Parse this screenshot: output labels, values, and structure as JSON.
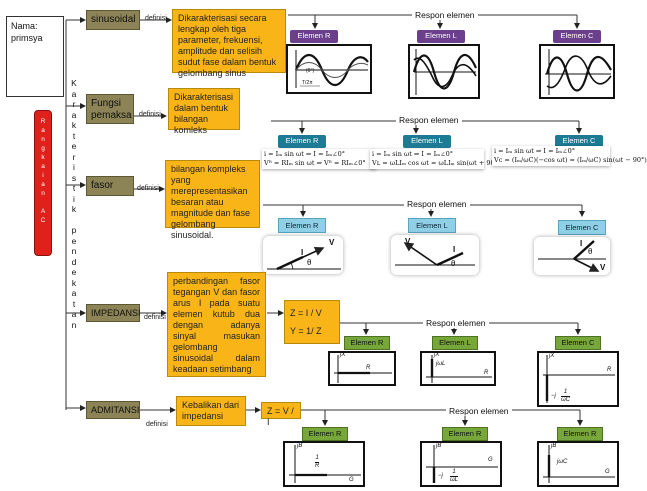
{
  "name_box": {
    "label": "Nama:",
    "value": "primsya"
  },
  "left_vertical": [
    "K",
    "a",
    "r",
    "a",
    "k",
    "t",
    "e",
    "r",
    "i",
    "s",
    "t",
    "i",
    "k",
    "",
    "p",
    "e",
    "n",
    "d",
    "e",
    "k",
    "a",
    "t",
    "a",
    "n"
  ],
  "red_column": [
    "R",
    "a",
    "n",
    "g",
    "k",
    "a",
    "i",
    "a",
    "n",
    "",
    "A",
    "C"
  ],
  "definisi_label": "definisi",
  "respon_label": "Respon elemen",
  "rows": {
    "sinusoidal": {
      "title": "sinusoidal",
      "desc": "Dikarakterisasi secara lengkap oleh tiga parameter, frekuensi, amplitude dan selisih sudut fase dalam bentuk gelombang  sinus",
      "elements": [
        "Elemen R",
        "Elemen L",
        "Elemen C"
      ],
      "graph_labels": {
        "r_phase": "(0°)",
        "r_period": "T/2π"
      }
    },
    "fungsi_pemaksa": {
      "title": "Fungsi pemaksa",
      "desc": "Dikarakterisasi dalam bentuk bilangan komleks",
      "elements": [
        "Elemen R",
        "Elemen L",
        "Elemen C"
      ],
      "equations": [
        [
          "i = Iₘ sin ωt ⇒ I = Iₘ∠0°",
          "Vᴿ = RIₘ sin ωt ⇒ Vᴿ = RIₘ∠0°"
        ],
        [
          "i = Iₘ sin ωt ⇒ I = Iₘ∠0°",
          "Vʟ = ωLIₘ cos ωt = ωLIₘ sin(ωt + 90°)"
        ],
        [
          "i = Iₘ sin ωt ⇒ I = Iₘ∠0°",
          "Vᴄ = (Iₘ/ωC)(−cos ωt) = (Iₘ/ωC) sin(ωt − 90°)"
        ]
      ]
    },
    "fasor": {
      "title": "fasor",
      "desc": "bilangan kompleks yang merepresentasikan besaran atau magnitude dan fase gelombang sinusoidal.",
      "elements": [
        "Elemen R",
        "Elemen L",
        "Elemen C"
      ],
      "phasor_labels": {
        "v": "V",
        "i": "I",
        "theta": "θ"
      }
    },
    "impedansi": {
      "title": "IMPEDANSI",
      "desc": "perbandingan fasor tegangan V dan fasor arus I pada suatu elemen kutub dua dengan adanya sinyal masukan gelombang sinusoidal dalam keadaan setimbang",
      "formulas": [
        "Z = I / V",
        "Y = 1/ Z"
      ],
      "elements": [
        "Elemen R",
        "Elemen L",
        "Elemen C"
      ],
      "axis_labels": {
        "imag": "jX",
        "real": "R",
        "jwl": "jωL",
        "neg": "−j",
        "frac_top": "1",
        "frac_bot": "ωC"
      }
    },
    "admitansi": {
      "title": "ADMITANSI",
      "desc": "Kebalikan dari impedansi",
      "formula": "Z = V / I",
      "elements": [
        "Elemen R",
        "Elemen R",
        "Elemen R"
      ],
      "axis_labels": {
        "imag": "jB",
        "real": "G",
        "frac_top": "1",
        "r": "R",
        "neg": "−j",
        "wl": "ωL",
        "jwc": "jωC"
      }
    }
  }
}
